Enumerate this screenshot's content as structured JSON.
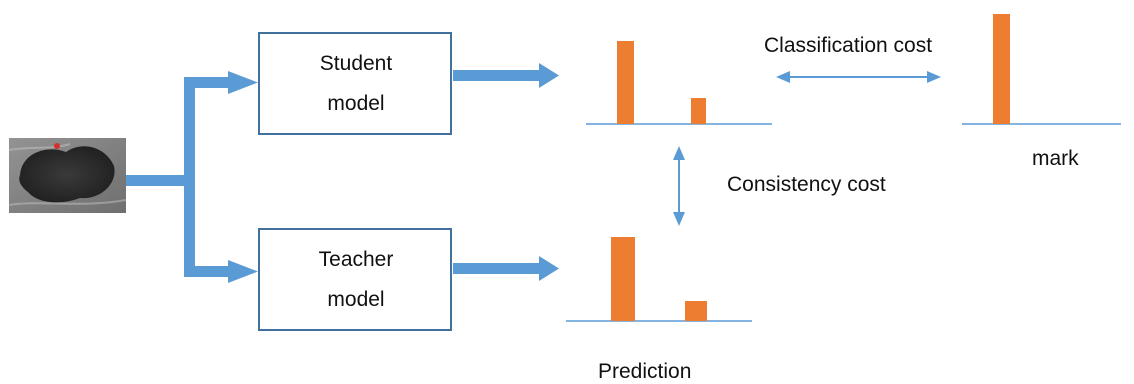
{
  "student_box": {
    "line1": "Student",
    "line2": "model"
  },
  "teacher_box": {
    "line1": "Teacher",
    "line2": "model"
  },
  "labels": {
    "classification_cost": "Classification cost",
    "consistency_cost": "Consistency cost",
    "mark": "mark",
    "prediction": "Prediction"
  },
  "colors": {
    "arrow_blue": "#5B9BD5",
    "box_border": "#41719C",
    "bar_orange": "#ED7D31",
    "baseline": "#5B9BD5"
  },
  "icons": {
    "input_image": "ultrasound-thumbnail"
  }
}
